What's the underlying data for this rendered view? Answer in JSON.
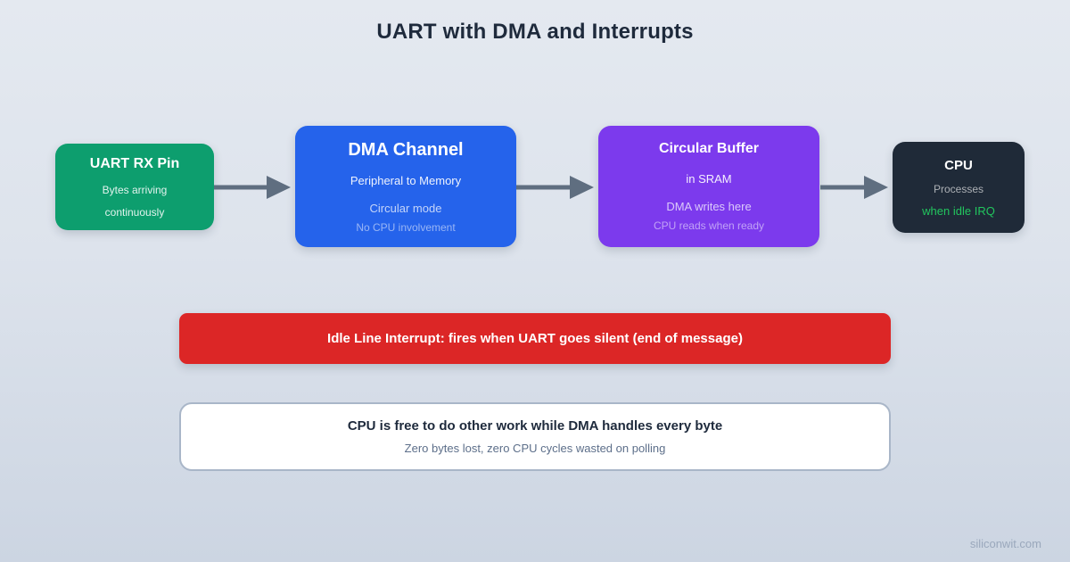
{
  "title": "UART with DMA and Interrupts",
  "flow": {
    "nodes": [
      {
        "id": "uart-rx-pin",
        "title": "UART RX Pin",
        "line1": "Bytes arriving",
        "line2": "continuously"
      },
      {
        "id": "dma-channel",
        "title": "DMA Channel",
        "line1": "Peripheral to Memory",
        "line2": "Circular mode",
        "line3": "No CPU involvement"
      },
      {
        "id": "circular-buffer",
        "title": "Circular Buffer",
        "line1": "in SRAM",
        "line2": "DMA writes here",
        "line3": "CPU reads when ready"
      },
      {
        "id": "cpu",
        "title": "CPU",
        "line1": "Processes",
        "line2": "when idle IRQ"
      }
    ]
  },
  "banner": {
    "text": "Idle Line Interrupt: fires when UART goes silent (end of message)"
  },
  "note": {
    "title": "CPU is free to do other work while DMA handles every byte",
    "subtitle": "Zero bytes lost, zero CPU cycles wasted on polling"
  },
  "watermark": "siliconwit.com",
  "colors": {
    "background_top": "#e4e9f0",
    "background_bottom": "#ccd5e2",
    "title_text": "#1e2a3c",
    "uart_node": "#0d9e6e",
    "dma_node": "#2563eb",
    "buffer_node": "#7c3aed",
    "cpu_node": "#1f2a38",
    "idle_irq_text": "#22c55e",
    "banner": "#dc2626",
    "arrow": "#5f6e80",
    "note_border": "#a9b6c8",
    "note_subtitle_text": "#5d6f8a",
    "watermark_text": "#9aa8bc"
  }
}
